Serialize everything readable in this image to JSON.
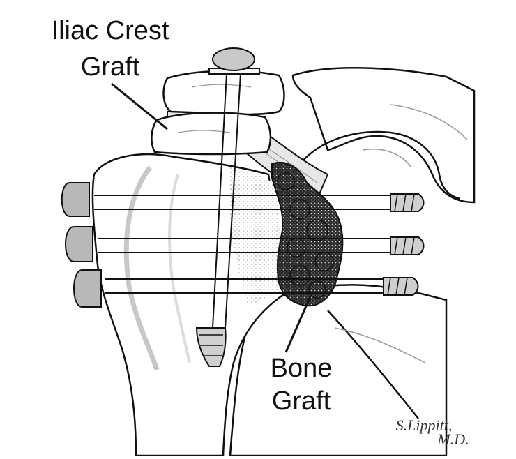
{
  "labels": {
    "iliac_line1": "Iliac Crest",
    "iliac_line2": "Graft",
    "bone_line1": "Bone",
    "bone_line2": "Graft"
  },
  "signature": {
    "line1": "S.Lippitt,",
    "line2": "M.D."
  },
  "colors": {
    "ink": "#111111",
    "bone_fill": "#ffffff",
    "shade_light": "#d9d9d9",
    "shade_mid": "#bdbdbd",
    "shade_dark": "#8a8a8a",
    "graft_dark": "#1a1a1a"
  }
}
